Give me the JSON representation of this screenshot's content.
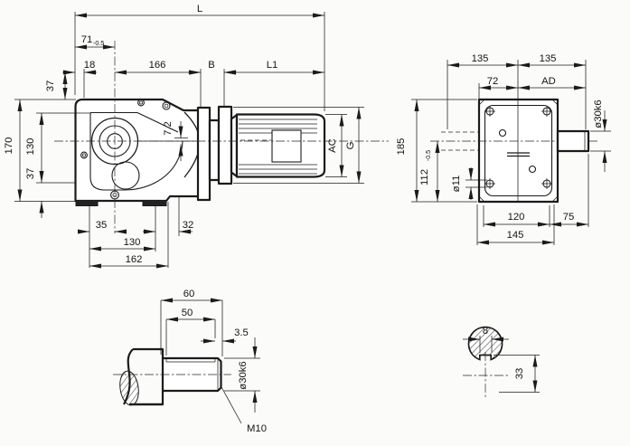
{
  "views": {
    "side_view": {
      "dims": {
        "L": "L",
        "d71": "71",
        "d71_tol": "-0.5",
        "d18": "18",
        "d166": "166",
        "B": "B",
        "L1": "L1",
        "d37_top": "37",
        "d170": "170",
        "d130_side": "130",
        "d37_bot": "37",
        "d7_2": "7.2",
        "d35": "35",
        "d32": "32",
        "d130_bot": "130",
        "d162": "162",
        "AC": "AC",
        "G": "G"
      }
    },
    "front_view": {
      "dims": {
        "d135_l": "135",
        "d135_r": "135",
        "d72": "72",
        "AD": "AD",
        "d185": "185",
        "d112": "112",
        "d112_tol": "-0.5",
        "dia11": "ø11",
        "d120": "120",
        "d75": "75",
        "d145": "145",
        "dia30k6": "ø30k6"
      }
    },
    "shaft_detail": {
      "dims": {
        "d60": "60",
        "d50": "50",
        "d3_5": "3.5",
        "dia30k6": "ø30k6",
        "m10": "M10"
      }
    },
    "key_section": {
      "dims": {
        "d8": "8",
        "d33": "33"
      }
    }
  }
}
